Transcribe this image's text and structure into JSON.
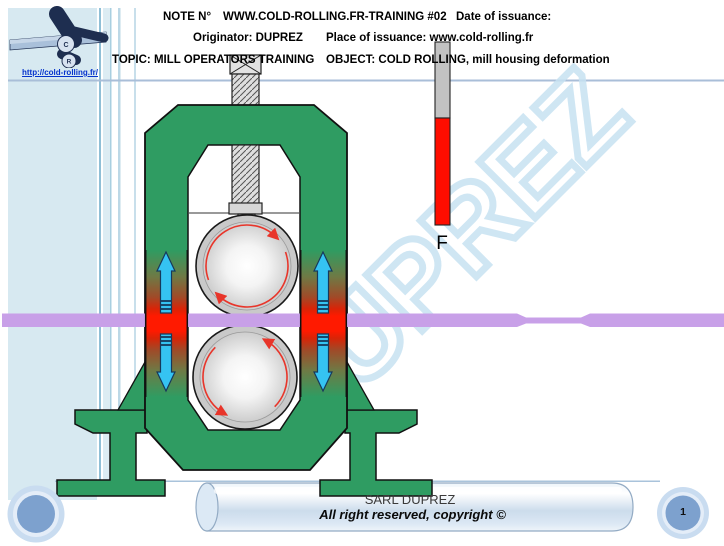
{
  "header": {
    "line1": [
      "NOTE N°",
      "WWW.COLD-ROLLING.FR-TRAINING #02",
      "Date of issuance:"
    ],
    "line2": [
      "Originator: DUPREZ",
      "Place of issuance: www.cold-rolling.fr"
    ],
    "line3": [
      "TOPIC: MILL OPERATORS TRAINING",
      "OBJECT: COLD ROLLING, mill housing deformation"
    ],
    "rule_color": "#a9bed8"
  },
  "logo": {
    "url_label": "http://cold-rolling.fr/",
    "roll_letters": [
      "C",
      "R"
    ]
  },
  "watermark": {
    "text": "DUPREZ",
    "color": "#c7e2f2"
  },
  "diagram": {
    "force_label": "F",
    "force_bar": {
      "top_color": "#c2c2c2",
      "bottom_color": "#ff0d00"
    },
    "housing_color": "#2f9c62",
    "strip_color": "#c8a0e8",
    "stress_hot_color": "#ff1a00",
    "deformation_arrow_color": "#35c3f2",
    "roll_rotation": {
      "top_roll": "clockwise",
      "bottom_roll": "counterclockwise"
    }
  },
  "footer": {
    "company": "SARL DUPREZ",
    "copyright": "All right reserved, copyright ©",
    "page_number": "1"
  }
}
